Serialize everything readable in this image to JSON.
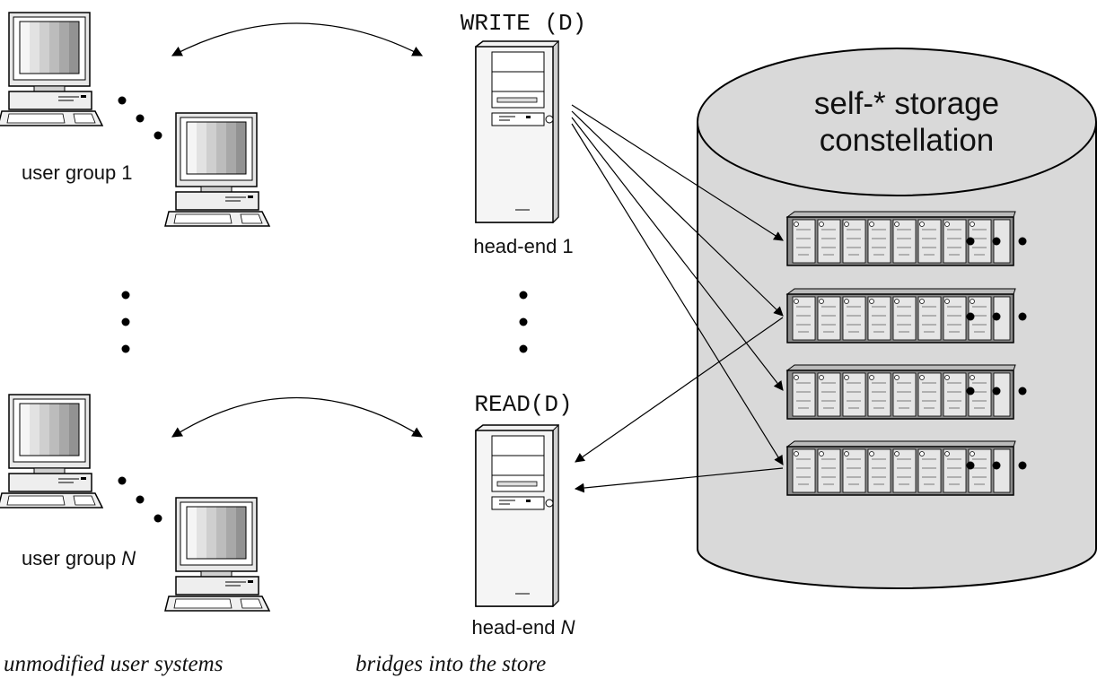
{
  "labels": {
    "write_op": "WRITE (D)",
    "read_op": "READ(D)",
    "storage_title_line1": "self-* storage",
    "storage_title_line2": "constellation",
    "group1_prefix": "user group 1",
    "groupN_prefix": "user group ",
    "groupN_suffix": "N",
    "headend1": "head-end 1",
    "headendN_prefix": "head-end ",
    "headendN_suffix": "N",
    "caption_left": "unmodified user systems",
    "caption_mid": "bridges into the store"
  },
  "icons": {
    "workstation": "computer-icon",
    "server": "tower-server-icon",
    "disk_array": "disk-array-icon"
  },
  "colors": {
    "storage_fill": "#d9d9d9",
    "stroke": "#000000",
    "array_fill": "#8f8f8f",
    "text": "#111111"
  }
}
